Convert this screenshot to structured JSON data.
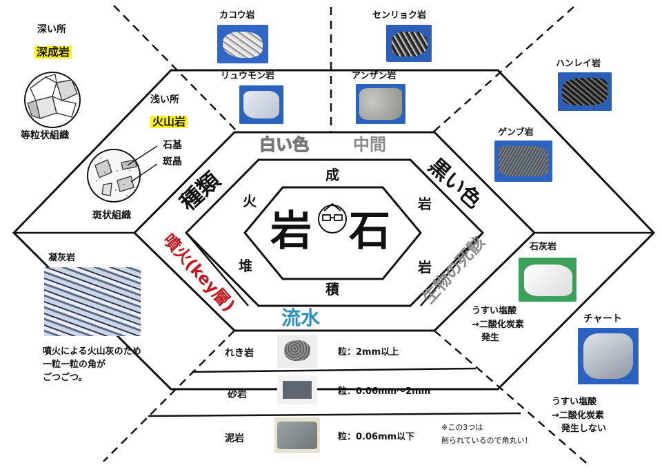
{
  "center": {
    "rock_1": "岩",
    "rock_2": "石",
    "kasei": [
      "火",
      "成",
      "岩"
    ],
    "taiseki": [
      "堆",
      "積",
      "岩"
    ]
  },
  "ring": {
    "type_label": "種類",
    "white_label": "白い色",
    "middle_label": "中間",
    "black_label": "黒い色",
    "eruption_label": "噴火(key層)",
    "water_label": "流水",
    "fossil_label": "生物の死骸"
  },
  "deep": {
    "place": "深い所",
    "name": "深成岩",
    "texture": "等粒状組織"
  },
  "shallow": {
    "place": "浅い所",
    "name": "火山岩",
    "groundmass": "石基",
    "phenocryst": "斑晶",
    "texture": "斑状組織"
  },
  "rocks": {
    "granite": "カコウ岩",
    "granodiorite": "センリョク岩",
    "rhyolite": "リュウモン岩",
    "andesite": "アンザン岩",
    "diorite": "ハンレイ岩",
    "gabbro": "ゲンブ岩",
    "tuff": "凝灰岩",
    "limestone": "石灰岩",
    "chert": "チャート",
    "conglomerate": "れき岩",
    "sandstone": "砂岩",
    "mudstone": "泥岩"
  },
  "notes": {
    "tuff_1": "噴火による火山灰のため",
    "tuff_2": "一粒一粒の角が",
    "tuff_3": "ごつごつ。",
    "limestone_1": "うすい塩酸",
    "limestone_2": "→二酸化炭素",
    "limestone_3": "発生",
    "chert_1": "うすい塩酸",
    "chert_2": "→二酸化炭素",
    "chert_3": "発生しない",
    "grain_conglomerate": "粒：2mm以上",
    "grain_sandstone": "粒：0.06mm〜2mm",
    "grain_mudstone": "粒：0.06mm以下",
    "rounded_1": "※この3つは",
    "rounded_2": "削られているので角丸い！"
  },
  "colors": {
    "highlight": "#fff21a",
    "eruption": "#c4161c",
    "water": "#2a8fbf",
    "gray_text": "#8a8a8a"
  }
}
